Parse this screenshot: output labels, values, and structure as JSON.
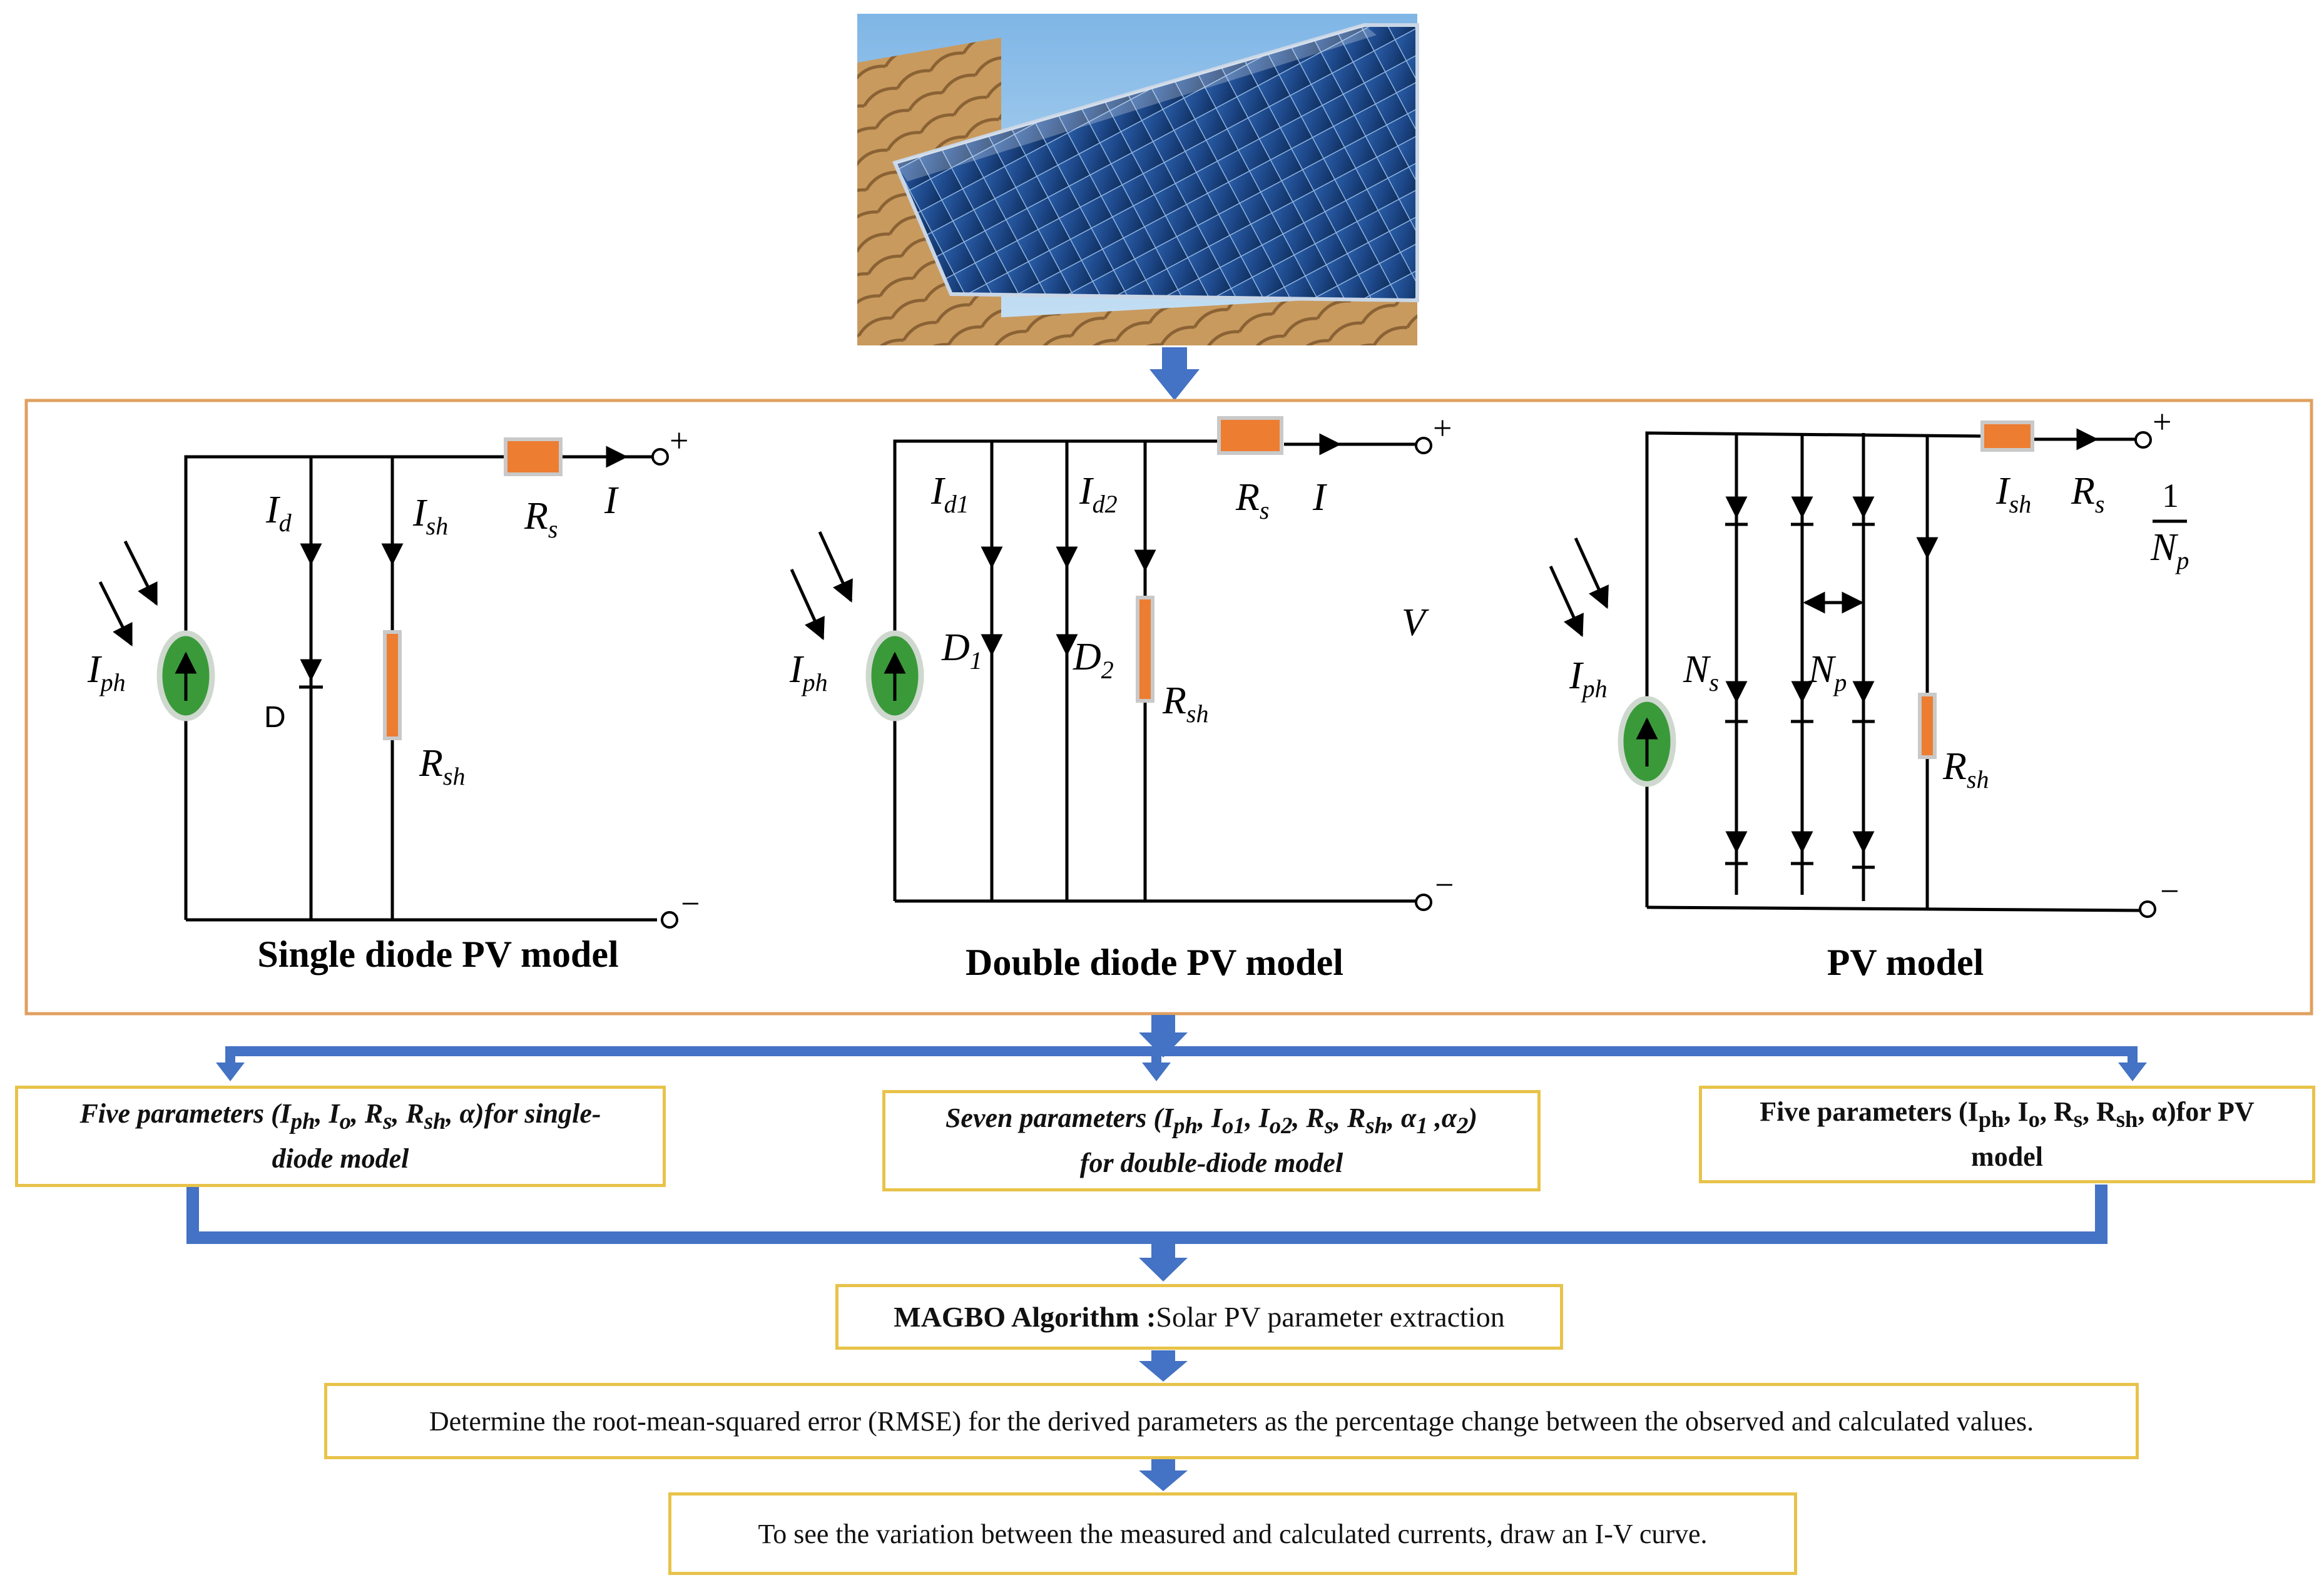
{
  "colors": {
    "panel_border": "#e0a060",
    "step_border": "#e8c34a",
    "arrow_blue": "#4472c4",
    "resistor_orange": "#ed7d31",
    "source_green": "#3a9a3a",
    "wire": "#000000"
  },
  "photo": {
    "icon": "solar-panel-photo"
  },
  "single": {
    "title": "Single diode PV model",
    "iph": "I",
    "iph_sub": "ph",
    "id": "I",
    "id_sub": "d",
    "ish": "I",
    "ish_sub": "sh",
    "rs": "R",
    "rs_sub": "s",
    "rsh": "R",
    "rsh_sub": "sh",
    "i": "I",
    "d": "D",
    "plus": "+",
    "minus": "−"
  },
  "double": {
    "title": "Double diode PV model",
    "iph": "I",
    "iph_sub": "ph",
    "id1": "I",
    "id1_sub": "d1",
    "id2": "I",
    "id2_sub": "d2",
    "d1": "D",
    "d1_sub": "1",
    "d2": "D",
    "d2_sub": "2",
    "rs": "R",
    "rs_sub": "s",
    "rsh": "R",
    "rsh_sub": "sh",
    "i": "I",
    "v": "V",
    "plus": "+",
    "minus": "−"
  },
  "pv": {
    "title": "PV model",
    "iph": "I",
    "iph_sub": "ph",
    "ns": "N",
    "ns_sub": "s",
    "np": "N",
    "np_sub": "p",
    "ish": "I",
    "ish_sub": "sh",
    "rs": "R",
    "rs_sub": "s",
    "rsh": "R",
    "rsh_sub": "sh",
    "frac_num": "1",
    "frac_den": "N",
    "frac_den_sub": "p",
    "plus": "+",
    "minus": "−"
  },
  "params": {
    "single_line1": "Five parameters (I",
    "single_line1b": "ph",
    "single_line1c": ", I",
    "single_line1d": "o",
    "single_line1e": ", R",
    "single_line1f": "s",
    "single_line1g": ", R",
    "single_line1h": "sh",
    "single_line1i": ", α)for single-",
    "single_line2": "diode model",
    "double_line1a": "Seven parameters (I",
    "double_line1b": "ph",
    "double_line1c": ", I",
    "double_line1d": "o1",
    "double_line1e": ", I",
    "double_line1f": "o2",
    "double_line1g": ", R",
    "double_line1h": "s",
    "double_line1i": ", R",
    "double_line1j": "sh",
    "double_line1k": ", α",
    "double_line1l": "1",
    "double_line1m": " ,α",
    "double_line1n": "2",
    "double_line1o": ")",
    "double_line2": "for double-diode model",
    "pv_line1a": "Five parameters (I",
    "pv_line1b": "ph",
    "pv_line1c": ", I",
    "pv_line1d": "o",
    "pv_line1e": ", R",
    "pv_line1f": "s",
    "pv_line1g": ", R",
    "pv_line1h": "sh",
    "pv_line1i": ", α)for PV",
    "pv_line2": "model"
  },
  "steps": {
    "magbo_bold": "MAGBO Algorithm :",
    "magbo_rest": "Solar PV parameter extraction",
    "rmse": "Determine the root-mean-squared error (RMSE) for the derived parameters as the percentage change between the observed and calculated values.",
    "iv": "To see the variation between the measured and calculated currents, draw an I-V curve."
  }
}
